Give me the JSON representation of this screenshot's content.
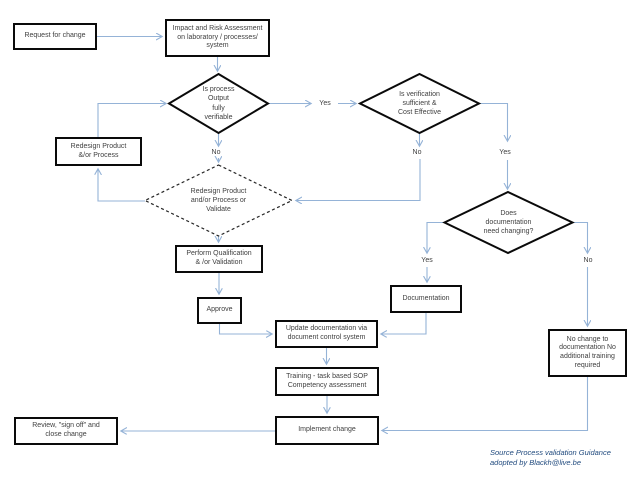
{
  "flowchart": {
    "nodes": {
      "request": {
        "label": "Request for change"
      },
      "impact": {
        "label": "Impact and Risk  Assessment\non laboratory / processes/\nsystem"
      },
      "verifiable": {
        "label": "Is process\nOutput\nfully\nverifiable"
      },
      "verification": {
        "label": "Is verification\nsufficient &\nCost Effective"
      },
      "redesign_box": {
        "label": "Redesign Product\n&/or Process"
      },
      "redesign_decision": {
        "label": "Redesign Product\nand/or Process or\nValidate"
      },
      "perform": {
        "label": "Perform Qualification\n& /or Validation"
      },
      "approve": {
        "label": "Approve"
      },
      "doc_change": {
        "label": "Does\ndocumentation\nneed changing?"
      },
      "documentation": {
        "label": "Documentation"
      },
      "update_doc": {
        "label": "Update documentation via\ndocument control system"
      },
      "training": {
        "label": "Training - task based SOP\nCompetency assessment"
      },
      "implement": {
        "label": "Implement change"
      },
      "review": {
        "label": "Review, \"sign off\" and\nclose change"
      },
      "no_change": {
        "label": "No change to\ndocumentation No\nadditional training\nrequired"
      }
    },
    "edge_labels": {
      "verifiable_yes": "Yes",
      "verifiable_no": "No",
      "verification_no": "No",
      "verification_yes": "Yes",
      "doc_change_yes": "Yes",
      "doc_change_no": "No"
    },
    "source_note": {
      "line1": "Source Process validation Guidance",
      "line2": "adopted by Blackh@live.be"
    },
    "colors": {
      "connector": "#95b3d7",
      "shape_border": "#0a0a0a",
      "text": "#404040",
      "source_text": "#1f497d"
    }
  }
}
